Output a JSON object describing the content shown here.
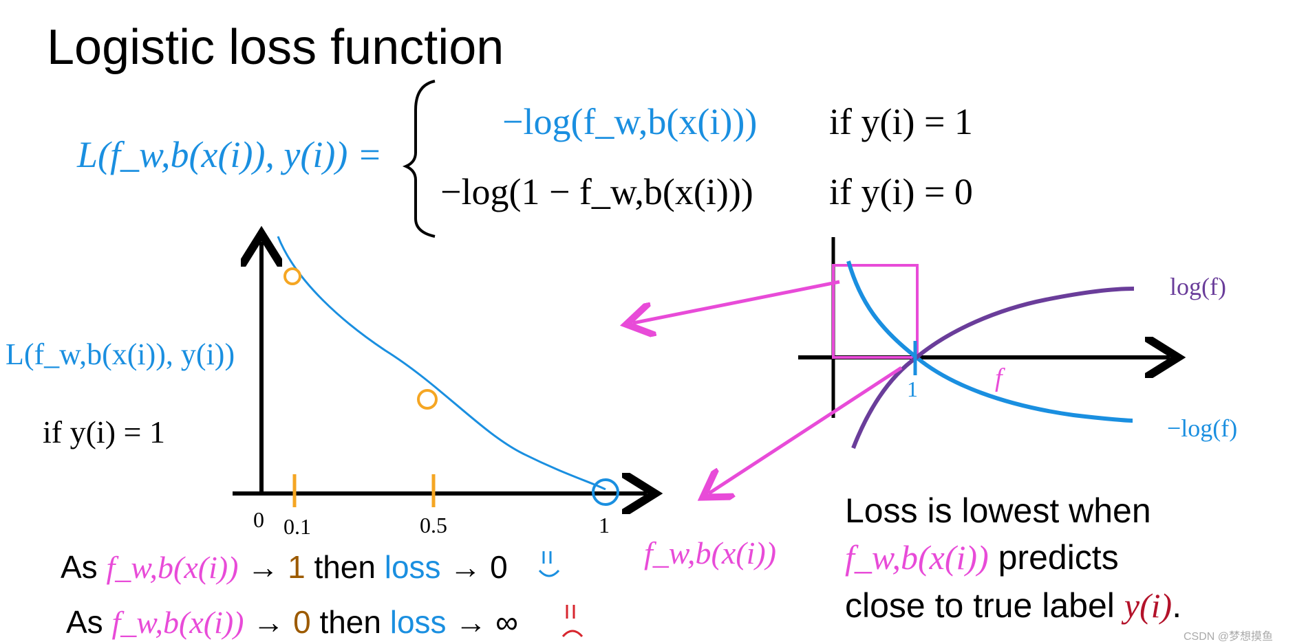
{
  "title": "Logistic loss function",
  "equation": {
    "lhs": "L(f_w,b(x(i)), y(i)) =",
    "case1_expr": "−log(f_w,b(x(i)))",
    "case1_cond": "if y(i) = 1",
    "case2_expr": "−log(1 − f_w,b(x(i)))",
    "case2_cond": "if y(i) = 0"
  },
  "left_plot": {
    "ylabel": "L(f_w,b(x(i)), y(i))",
    "condition": "if y(i) = 1",
    "tick_labels": [
      "0",
      "0.1",
      "0.5",
      "1"
    ]
  },
  "right_plot": {
    "log_label": "log(f)",
    "neg_log_label": "−log(f)",
    "f_label": "f",
    "tick_one": "1"
  },
  "f_expr_label": "f_w,b(x(i))",
  "statements": {
    "line1_prefix": "As",
    "line1_func": "f_w,b(x(i))",
    "line1_arrow1": "→",
    "line1_val": "1",
    "line1_then": "then",
    "line1_loss": "loss",
    "line1_arrow2": "→",
    "line1_result": "0",
    "line2_prefix": "As",
    "line2_func": "f_w,b(x(i))",
    "line2_arrow1": "→",
    "line2_val": "0",
    "line2_then": "then",
    "line2_loss": "loss",
    "line2_arrow2": "→",
    "line2_result": "∞"
  },
  "note": {
    "line1": "Loss is lowest when",
    "line2_func": "f_w,b(x(i))",
    "line2_rest": "predicts",
    "line3": "close to true label",
    "line3_var": "y(i)",
    "line3_end": "."
  },
  "watermark": "CSDN @梦想摸鱼",
  "colors": {
    "blue": "#1a8fe0",
    "pink": "#e84bd8",
    "orange": "#f08a00",
    "purple": "#6a3d9a",
    "red": "#b3122a"
  }
}
